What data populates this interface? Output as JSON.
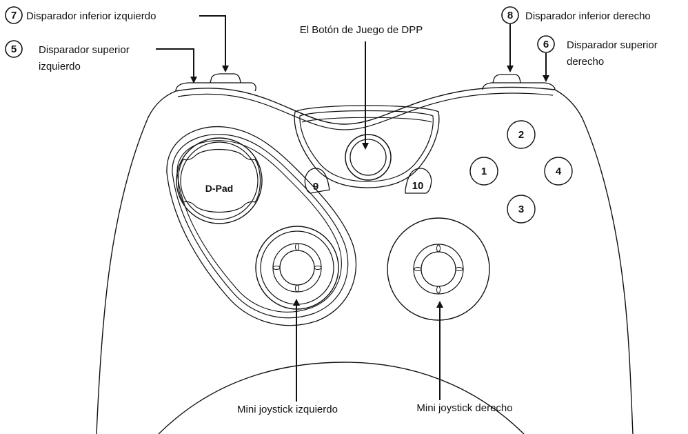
{
  "labels": {
    "trigger_lower_left": "Disparador inferior izquierdo",
    "trigger_upper_left_line1": "Disparador superior",
    "trigger_upper_left_line2": "izquierdo",
    "game_button": "El Botón de Juego de DPP",
    "trigger_lower_right": "Disparador inferior derecho",
    "trigger_upper_right_line1": "Disparador superior",
    "trigger_upper_right_line2": "derecho",
    "dpad": "D-Pad",
    "left_joystick": "Mini joystick izquierdo",
    "right_joystick": "Mini joystick derecho"
  },
  "callouts": {
    "c5": "5",
    "c6": "6",
    "c7": "7",
    "c8": "8"
  },
  "buttons": {
    "b1": "1",
    "b2": "2",
    "b3": "3",
    "b4": "4",
    "b9": "9",
    "b10": "10"
  }
}
